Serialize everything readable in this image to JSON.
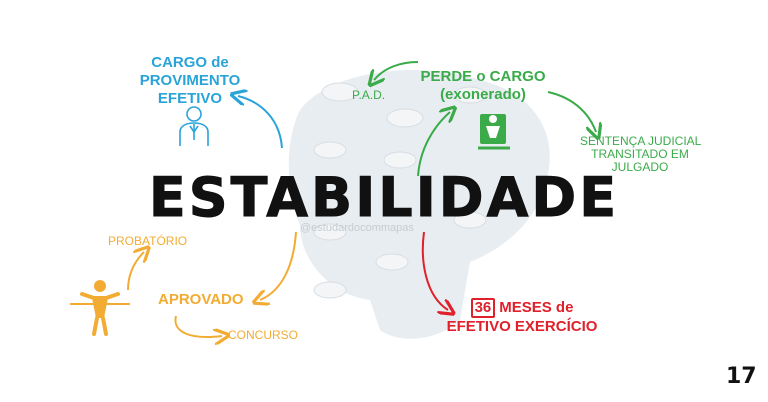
{
  "title": "ESTABILIDADE",
  "watermark": "@estudardocommapas",
  "page_number": "17",
  "cargo": {
    "line1": "CARGO de",
    "line2": "PROVIMENTO",
    "line3": "EFETIVO"
  },
  "perde": {
    "line1": "PERDE o CARGO",
    "line2": "(exonerado)"
  },
  "pad": "P.A.D.",
  "sentenca": {
    "line1": "SENTENÇA JUDICIAL",
    "line2": "TRANSITADO EM",
    "line3": "JULGADO"
  },
  "probatorio": "PROBATÓRIO",
  "aprovado": "APROVADO",
  "concurso": "CONCURSO",
  "meses": {
    "number": "36",
    "line1": "MESES de",
    "line2": "EFETIVO EXERCÍCIO"
  },
  "colors": {
    "blue": "#2aa4d8",
    "green": "#3bab4a",
    "orange": "#f2ac33",
    "red": "#e0202a",
    "tree": "#dde3e8"
  },
  "icons": [
    "businessman-icon",
    "climber-icon",
    "winner-runner-icon",
    "calendar-icon"
  ]
}
